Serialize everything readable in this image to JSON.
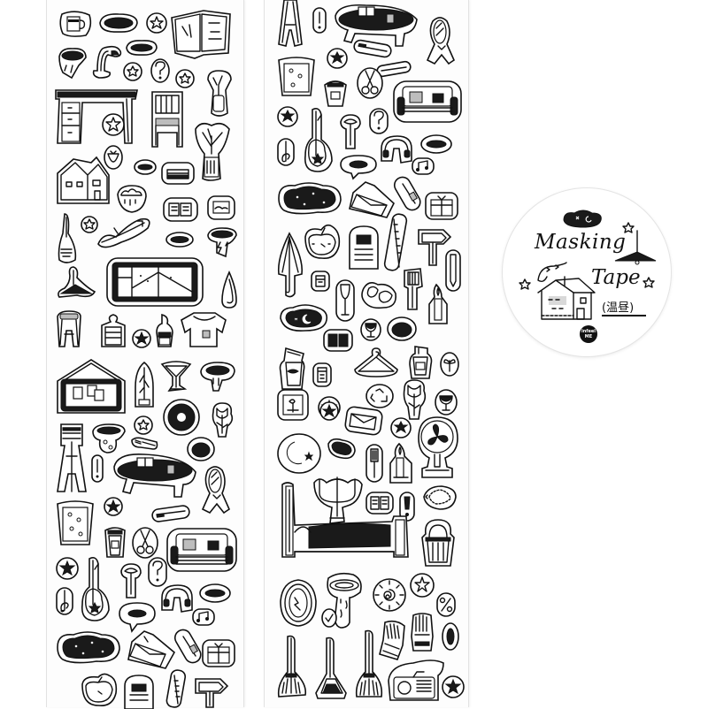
{
  "product": {
    "type": "masking-tape-sticker-strips",
    "background_color": "#ffffff",
    "ink_color": "#111111"
  },
  "strips": [
    {
      "id": "left",
      "stickers": [
        "mug",
        "dark-cloud",
        "star",
        "open-book-picture",
        "rain-cloud",
        "desk-lamp",
        "small-cloud",
        "star",
        "question-mark",
        "star",
        "flower-vase",
        "desk",
        "chair",
        "star",
        "strawberry",
        "potted-plant",
        "house",
        "small-cloud",
        "book-stack",
        "jar",
        "rain-cloud-drops",
        "open-book",
        "picture-frame",
        "star",
        "lamp",
        "branch",
        "small-cloud",
        "storm-cloud",
        "framed-painting",
        "ceiling-lamp",
        "drop",
        "stool",
        "clothes-hanger-shirt",
        "star",
        "cup",
        "t-shirt",
        "bulletin-board",
        "plant",
        "cocktail-glass",
        "cloud-drip",
        "record",
        "star",
        "tulip",
        "floor-lamp",
        "cloud-spill",
        "exclamation",
        "wrench",
        "tomato",
        "coffee-table",
        "mirror",
        "towel",
        "star",
        "toothbrush",
        "cup-takeaway",
        "scissors",
        "sofa",
        "star",
        "guitar",
        "tree-sign",
        "question-mark",
        "treble-clef",
        "headphones",
        "speech-cloud",
        "music-note",
        "cloud-stars",
        "envelope",
        "lipstick",
        "gift-box",
        "apple-clock",
        "bookshelf-door",
        "ruler",
        "sign-post"
      ]
    },
    {
      "id": "right",
      "stickers": [
        "floor-lamp",
        "exclamation",
        "coffee-table",
        "mirror",
        "toothbrush",
        "towel",
        "star",
        "scissors",
        "wrench",
        "cup-takeaway",
        "sofa",
        "question-mark",
        "star",
        "guitar",
        "tree-sign",
        "treble-clef",
        "headphones",
        "small-cloud",
        "speech-cloud",
        "music-note",
        "cloud-stars",
        "envelope",
        "lipstick",
        "gift-box",
        "umbrella",
        "apple-clock",
        "door-panel",
        "ruler",
        "sign-post",
        "pencil",
        "calendar",
        "wine-glass",
        "slippers",
        "comb",
        "candle",
        "moon-cloud",
        "goblet",
        "tomato",
        "book",
        "jar-note",
        "calendar",
        "hanger",
        "lotion",
        "sprout",
        "photo-frame",
        "star",
        "recycle",
        "tulip",
        "goblet",
        "star",
        "envelope",
        "star",
        "moon-star",
        "cloud",
        "hairbrush",
        "candle",
        "fan",
        "candelabra",
        "open-book",
        "exclamation",
        "necklace",
        "bed",
        "basket",
        "mirror-oval",
        "ufo-cloud",
        "sun",
        "star",
        "percent",
        "check",
        "gloves",
        "glove",
        "leaf",
        "broom",
        "dustpan",
        "brush",
        "radio",
        "star"
      ]
    }
  ],
  "disc": {
    "title_line1": "Masking",
    "title_line2": "Tape",
    "subtitle": "(温昼)",
    "brand_line1": "infeel",
    "brand_line2": "ME",
    "illustrations": [
      "night-cloud",
      "star",
      "star",
      "star",
      "pendant-lamp",
      "house",
      "birds-garland"
    ]
  }
}
